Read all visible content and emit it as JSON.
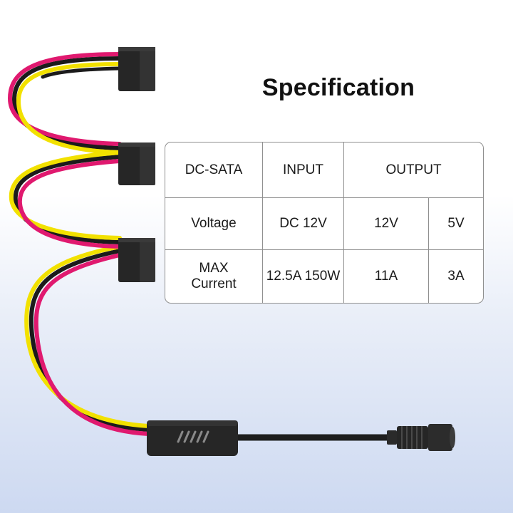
{
  "heading": "Specification",
  "table": {
    "header": {
      "col1": "DC-SATA",
      "col2": "INPUT",
      "col3": "OUTPUT"
    },
    "voltage": {
      "label": "Voltage",
      "input": "DC 12V",
      "out_a": "12V",
      "out_b": "5V"
    },
    "current": {
      "label_line1": "MAX",
      "label_line2": "Current",
      "input": "12.5A 150W",
      "out_a": "11A",
      "out_b": "3A"
    }
  },
  "colors": {
    "wire_yellow": "#f2e100",
    "wire_pink": "#e0196f",
    "wire_black": "#1b1b1b",
    "connector": "#262626"
  }
}
